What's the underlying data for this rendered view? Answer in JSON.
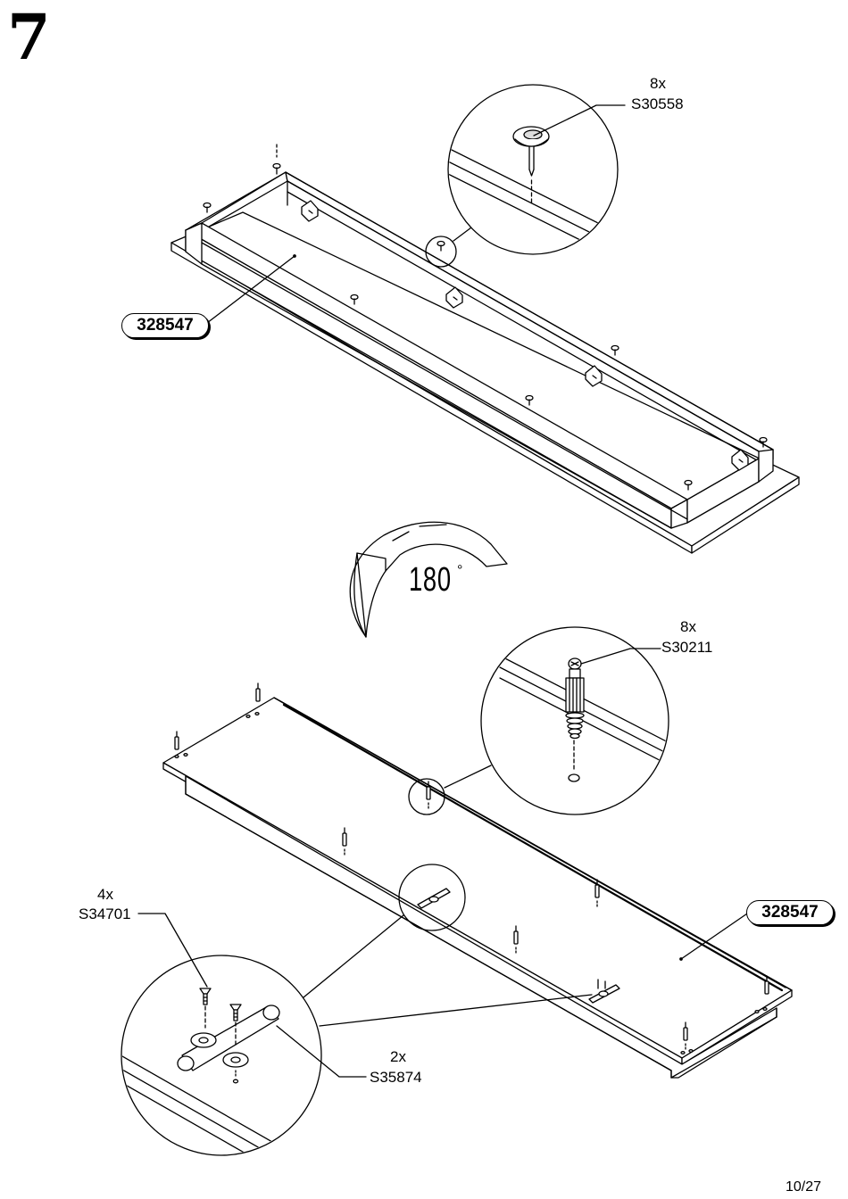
{
  "step_number": "7",
  "rotation_label": "180",
  "rotation_unit": "°",
  "page_number": "10/27",
  "top_panel": {
    "part_label": "328547",
    "callout": {
      "qty": "8x",
      "code": "S30558"
    }
  },
  "bottom_panel": {
    "part_label": "328547",
    "callout_dowel": {
      "qty": "8x",
      "code": "S30211"
    },
    "callout_screw": {
      "qty": "4x",
      "code": "S34701"
    },
    "callout_connector": {
      "qty": "2x",
      "code": "S35874"
    }
  },
  "icons": [
    "furniture-glide-nail-icon",
    "ribbed-dowel-icon",
    "countersunk-screw-icon",
    "cam-connector-icon",
    "corner-bracket-icon",
    "rotate-180-arrow-icon"
  ]
}
